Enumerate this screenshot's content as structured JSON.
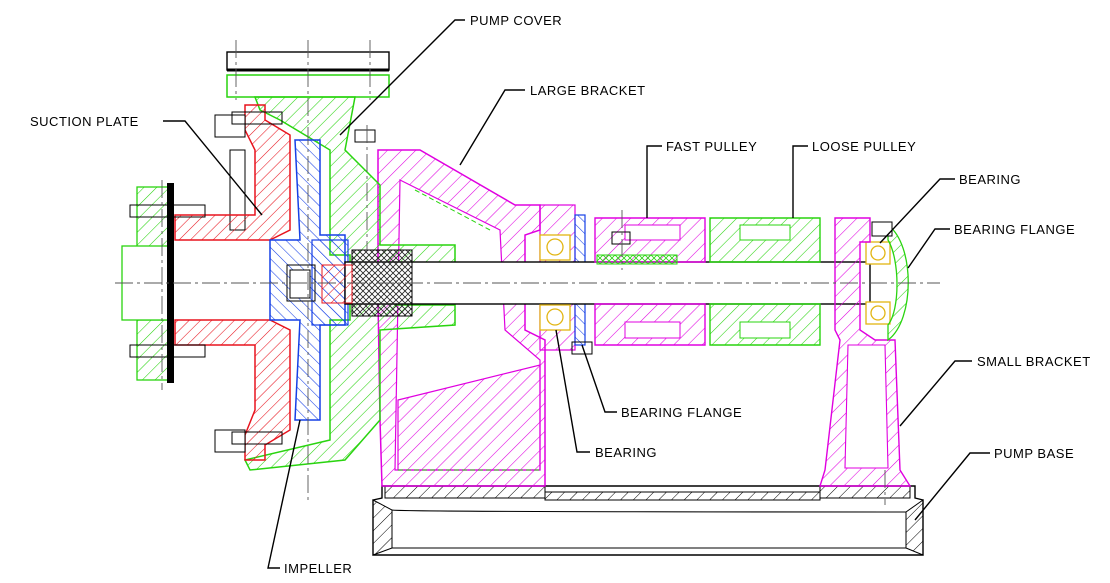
{
  "drawing": {
    "labels": {
      "pump_cover": "PUMP COVER",
      "large_bracket": "LARGE BRACKET",
      "suction_plate": "SUCTION PLATE",
      "fast_pulley": "FAST PULLEY",
      "loose_pulley": "LOOSE PULLEY",
      "bearing_right": "BEARING",
      "bearing_flange_right": "BEARING FLANGE",
      "small_bracket": "SMALL BRACKET",
      "pump_base": "PUMP BASE",
      "bearing_flange_center": "BEARING FLANGE",
      "bearing_center": "BEARING",
      "impeller": "IMPELLER"
    },
    "colors": {
      "cover_green": "#29d40f",
      "bracket_magenta": "#e000e0",
      "suction_red": "#e8141e",
      "impeller_blue": "#1640e6",
      "bearing_yellow": "#e2b512",
      "outline_black": "#000000"
    }
  }
}
